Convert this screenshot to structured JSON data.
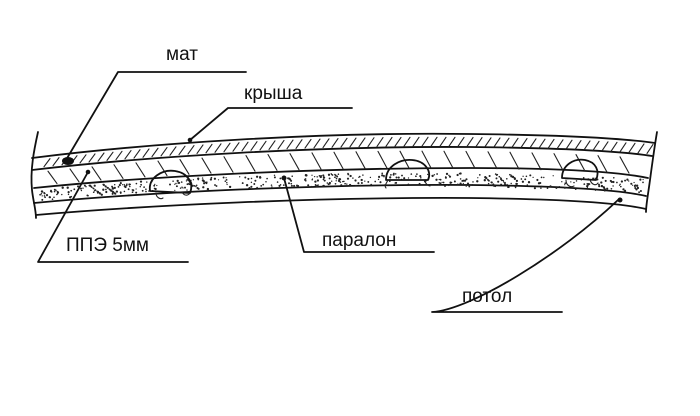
{
  "labels": {
    "mat": "мат",
    "roof": "крыша",
    "ppe": "ППЭ 5мм",
    "foam": "паралон",
    "ceiling": "потол"
  },
  "colors": {
    "ink": "#111111",
    "background": "#ffffff"
  }
}
